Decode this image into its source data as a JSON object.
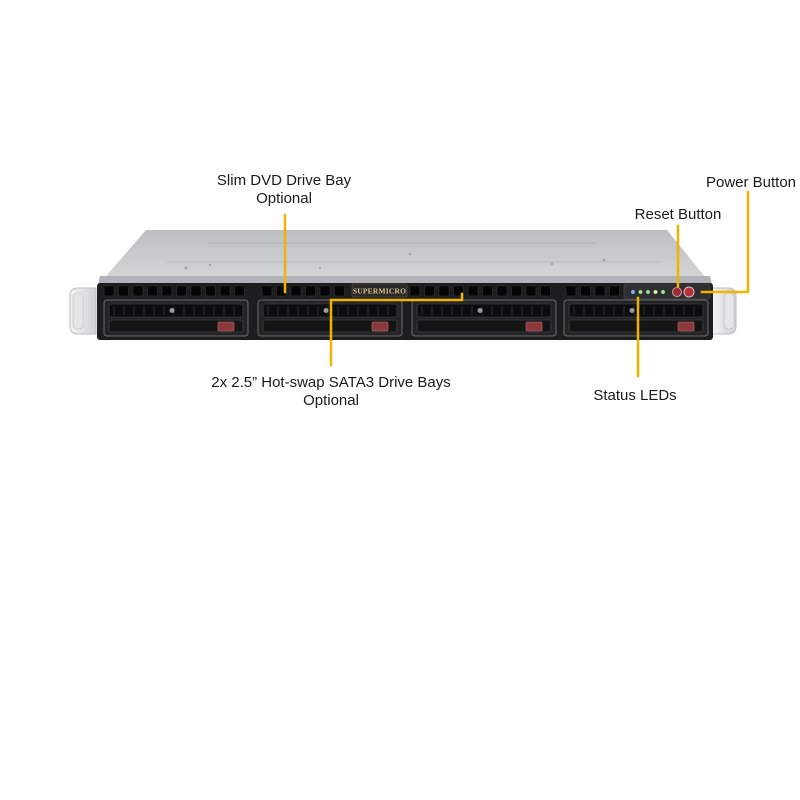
{
  "labels": {
    "dvd_line1": "Slim DVD Drive Bay",
    "dvd_line2": "Optional",
    "power": "Power Button",
    "reset": "Reset Button",
    "sata_line1": "2x 2.5” Hot-swap SATA3 Drive Bays",
    "sata_line2": "Optional",
    "status": "Status LEDs"
  },
  "brand": "SUPERMICRO",
  "colors": {
    "callout": "#f2b200",
    "chassis_top": "#c9cacc",
    "front_panel": "#1d1d1f",
    "drive_tray": "#242426",
    "drive_latch": "#8a3a3a",
    "rack_ear": "#e8e8ea",
    "power_button": "#b8303a",
    "reset_button": "#a02b36"
  },
  "drive_bays": [
    {
      "id": "bay-1"
    },
    {
      "id": "bay-2"
    },
    {
      "id": "bay-3"
    },
    {
      "id": "bay-4"
    }
  ],
  "status_leds": [
    {
      "name": "info-led"
    },
    {
      "name": "nic2-led"
    },
    {
      "name": "nic1-led"
    },
    {
      "name": "hdd-led"
    },
    {
      "name": "power-led"
    }
  ]
}
